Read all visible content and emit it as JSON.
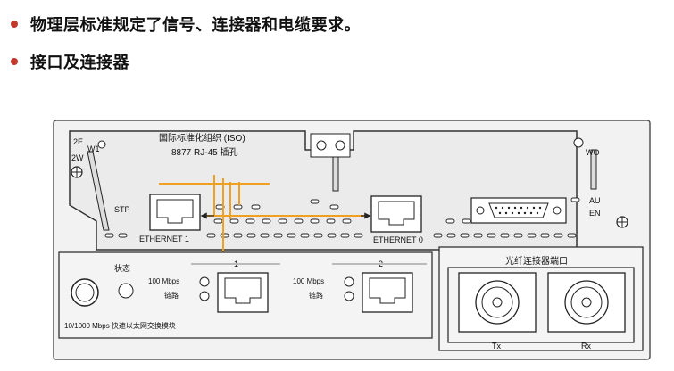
{
  "bullets": [
    "物理层标准规定了信号、连接器和电缆要求。",
    "接口及连接器"
  ],
  "diagram": {
    "iso_title": "国际标准化组织 (ISO)",
    "iso_subtitle": "8877 RJ-45 插孔",
    "label_2e": "2E",
    "label_w1": "W1",
    "label_2w": "2W",
    "label_stp": "STP",
    "label_eth1": "ETHERNET 1",
    "label_eth0": "ETHERNET 0",
    "label_wo": "WO",
    "label_au": "AU",
    "label_en": "EN",
    "label_status": "状态",
    "port1_num": "1",
    "port2_num": "2",
    "speed1": "100 Mbps",
    "link1": "链路",
    "speed2": "100 Mbps",
    "link2": "链路",
    "module_label": "10/1000 Mbps 快速以太网交换模块",
    "fiber_title": "光纤连接器端口",
    "tx": "Tx",
    "rx": "Rx",
    "accent_color": "#f0a020"
  }
}
